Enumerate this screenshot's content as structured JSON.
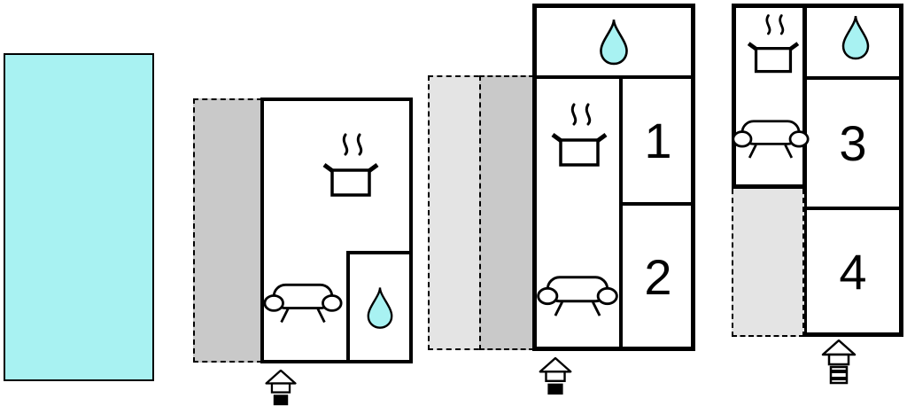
{
  "diagram": {
    "type": "holiday-home-floor-plan",
    "room_labels": {
      "room1": "1",
      "room2": "2",
      "room3": "3",
      "room4": "4"
    },
    "colors": {
      "water": "#a8f2f2",
      "terrace_dark": "#c9c9c9",
      "terrace_light": "#e4e4e4",
      "wall": "#000000",
      "floor": "#ffffff"
    },
    "icons": {
      "pool": "swimming-pool (water rectangle)",
      "stove": "stove-icon (pot with steam)",
      "sofa": "sofa-icon",
      "water_drop": "water-drop-icon (bathroom)",
      "entrance": "entrance-icon (house marker)"
    }
  }
}
